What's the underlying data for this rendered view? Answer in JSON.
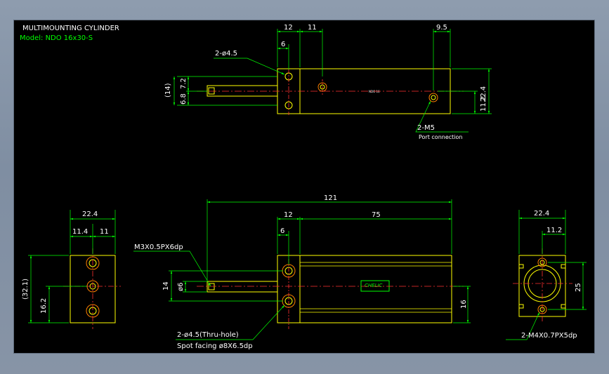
{
  "title_block": {
    "title": "MULTIMOUNTING CYLINDER",
    "model": "Model: NDO 16x30-S"
  },
  "top_view": {
    "dim_12": "12",
    "dim_11": "11",
    "dim_9_5": "9.5",
    "dim_6": "6",
    "hole_callout": "2-ø4.5",
    "dim_14": "(14)",
    "dim_7_2": "7.2",
    "dim_6_8": "6.8",
    "dim_11_2": "11.2",
    "dim_22_4": "22.4",
    "port_callout": "2-M5",
    "port_note": "Port connection",
    "body_text": "NDO 16"
  },
  "side_view": {
    "dim_22_4": "22.4",
    "dim_11_4": "11.4",
    "dim_11": "11",
    "dim_32_1": "(32.1)",
    "dim_16_2": "16.2"
  },
  "front_view": {
    "dim_121": "121",
    "dim_12": "12",
    "dim_75": "75",
    "dim_6": "6",
    "rod_callout": "M3X0.5PX6dp",
    "dim_14": "14",
    "dim_phi6": "ø6",
    "dim_16": "16",
    "hole_callout": "2-ø4.5(Thru-hole)",
    "spot_callout": "Spot facing ø8X6.5dp",
    "label": "CHELIC"
  },
  "end_view": {
    "dim_22_4": "22.4",
    "dim_11_2": "11.2",
    "dim_25": "25",
    "tap_callout": "2-M4X0.7PX5dp"
  },
  "colors": {
    "background": "#000000",
    "outline": "#ffff00",
    "dimension": "#00ff00",
    "centerline": "#ff3030",
    "text": "#ffffff",
    "feature": "#ff8000"
  }
}
